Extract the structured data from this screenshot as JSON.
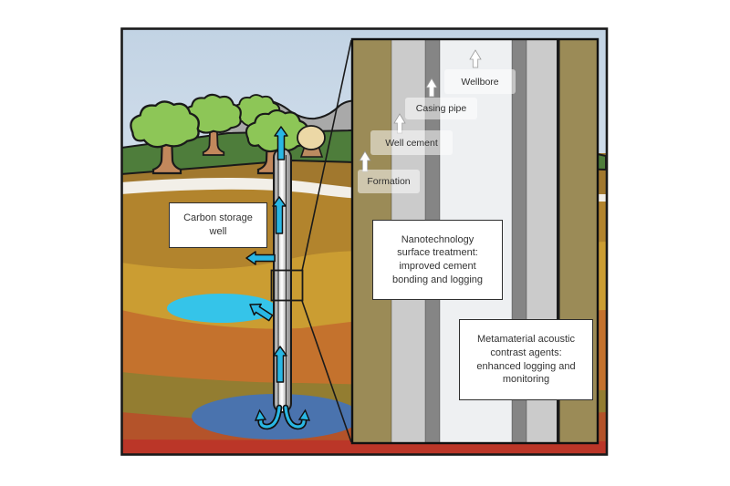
{
  "figure": {
    "left_scene": {
      "carbon_box": {
        "line1": "Carbon storage",
        "line2": "well"
      }
    },
    "panel": {
      "labels": {
        "wellbore": "Wellbore",
        "casing_pipe": "Casing pipe",
        "well_cement": "Well cement",
        "formation": "Formation"
      },
      "nano_box": {
        "line1": "Nanotechnology",
        "line2": "surface treatment:",
        "line3": "improved cement",
        "line4": "bonding and logging"
      },
      "meta_box": {
        "line1": "Metamaterial acoustic",
        "line2": "contrast agents:",
        "line3": "enhanced logging and",
        "line4": "monitoring"
      }
    },
    "colors": {
      "mountain": "#a9a9a9",
      "grass": "#4e7d3b",
      "canopy": "#8dc657",
      "trunk": "#c2885c",
      "soil_tan": "#a1782e",
      "band_white": "#f2efe8",
      "soil_golden": "#b2842d",
      "soil_mustard": "#cb9d32",
      "soil_orange": "#c4722d",
      "soil_olive": "#937d31",
      "soil_orangered": "#b4532a",
      "soil_red": "#bb3628",
      "pond_cyan": "#35c4e9",
      "plume_blue": "#4a73ae",
      "arrow_cyan": "#29b7e4",
      "dome": "#ecd8a6",
      "dome_base": "#bb8b60",
      "panel_formation": "#9b8b57",
      "panel_cement": "#cbcbcb",
      "panel_casing": "#858585",
      "panel_wellbore": "#eef0f2"
    }
  }
}
